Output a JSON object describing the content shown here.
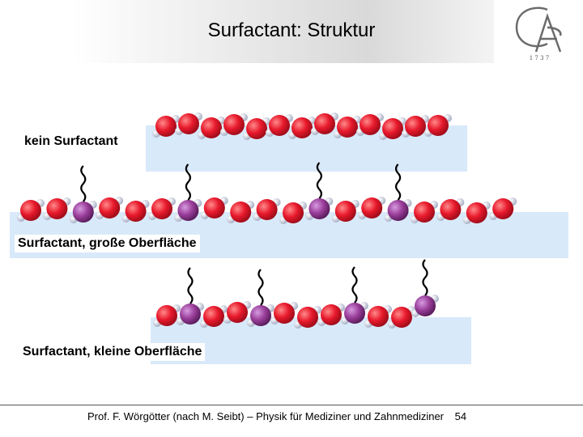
{
  "slide": {
    "title": "Surfactant: Struktur",
    "labels": {
      "no_surfactant": "kein Surfactant",
      "large_surface": "Surfactant, große Oberfläche",
      "small_surface": "Surfactant, kleine Oberfläche"
    },
    "footer": {
      "text": "Prof. F. Wörgötter (nach M. Seibt) – Physik für Mediziner und Zahnmediziner",
      "page": "54"
    }
  },
  "logo": {
    "letters": "G A",
    "year": "1 7 3 7"
  },
  "colors": {
    "water": "#d8e9fa",
    "water_molecule": "#e8192c",
    "surfactant_molecule": "#9b3f9b",
    "hydrogen": "#c9cfe0"
  },
  "rows": {
    "row1": {
      "molecules": [
        "w",
        "w",
        "w",
        "w",
        "w",
        "w",
        "w",
        "w",
        "w",
        "w",
        "w",
        "w",
        "w"
      ]
    },
    "row2": {
      "molecules": [
        "w",
        "w",
        "s",
        "w",
        "w",
        "w",
        "s",
        "w",
        "w",
        "w",
        "w",
        "s",
        "w",
        "w",
        "s",
        "w",
        "w",
        "w",
        "w"
      ]
    },
    "row3": {
      "molecules": [
        "w",
        "s",
        "w",
        "w",
        "s",
        "w",
        "w",
        "w",
        "s",
        "w",
        "w",
        "s"
      ]
    }
  }
}
